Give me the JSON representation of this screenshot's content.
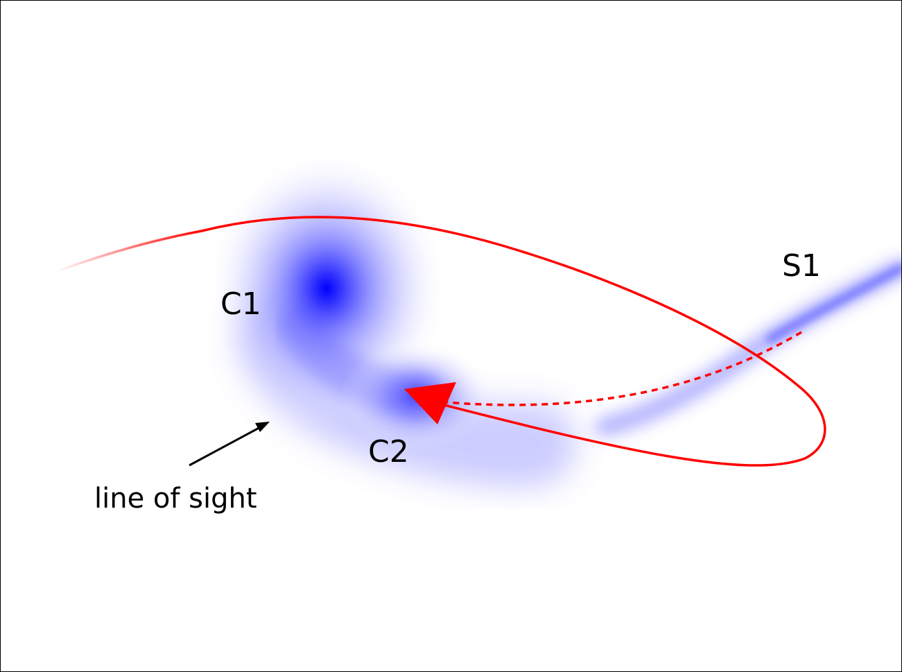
{
  "labels": {
    "c1": "C1",
    "c2": "C2",
    "s1": "S1",
    "line_of_sight": "line of sight"
  },
  "colors": {
    "orbit": "#ff0000",
    "cloud": "#0000ff",
    "text": "#000000",
    "background": "#ffffff"
  }
}
